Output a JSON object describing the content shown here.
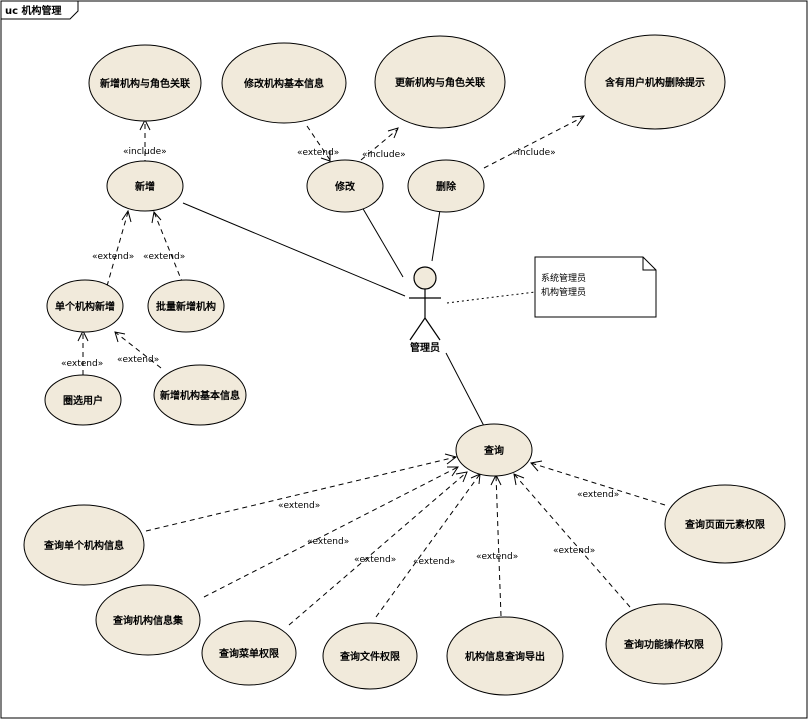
{
  "frame": {
    "title": "uc 机构管理"
  },
  "actor": {
    "label": "管理员"
  },
  "note": {
    "lines": [
      "系统管理员",
      "机构管理员"
    ]
  },
  "use_cases": [
    {
      "id": "add_inst_role",
      "label": "新增机构与角色关联"
    },
    {
      "id": "modify_basic",
      "label": "修改机构基本信息"
    },
    {
      "id": "update_inst_role",
      "label": "更新机构与角色关联"
    },
    {
      "id": "delete_hint",
      "label": "含有用户机构删除提示"
    },
    {
      "id": "add",
      "label": "新增"
    },
    {
      "id": "modify",
      "label": "修改"
    },
    {
      "id": "delete",
      "label": "删除"
    },
    {
      "id": "single_add",
      "label": "单个机构新增"
    },
    {
      "id": "batch_add",
      "label": "批量新增机构"
    },
    {
      "id": "select_user",
      "label": "圈选用户"
    },
    {
      "id": "add_basic",
      "label": "新增机构基本信息"
    },
    {
      "id": "query",
      "label": "查询"
    },
    {
      "id": "q_single",
      "label": "查询单个机构信息"
    },
    {
      "id": "q_set",
      "label": "查询机构信息集"
    },
    {
      "id": "q_menu",
      "label": "查询菜单权限"
    },
    {
      "id": "q_file",
      "label": "查询文件权限"
    },
    {
      "id": "q_export",
      "label": "机构信息查询导出"
    },
    {
      "id": "q_func",
      "label": "查询功能操作权限"
    },
    {
      "id": "q_page",
      "label": "查询页面元素权限"
    }
  ],
  "relations": {
    "include": "«include»",
    "extend": "«extend»"
  }
}
